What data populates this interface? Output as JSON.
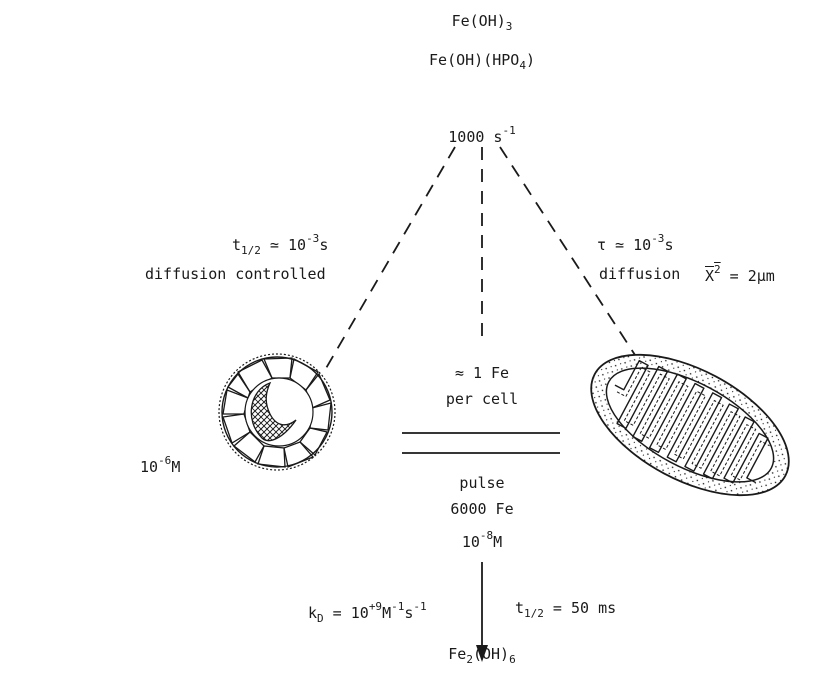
{
  "top": {
    "fe_oh3": {
      "base": "Fe(OH)",
      "sub": "3"
    },
    "fe_oh_hpo4": {
      "pre": "Fe(OH)(HPO",
      "sub": "4",
      "post": ")"
    },
    "rate": {
      "base": "1000 s",
      "sup": "-1"
    }
  },
  "left": {
    "half_life": {
      "t": "t",
      "t_sub": "1/2",
      "mid": " ≃ 10",
      "exp": "-3",
      "unit": "s"
    },
    "mechanism": "diffusion controlled",
    "concentration": {
      "base": "10",
      "exp": "-6",
      "unit": "M"
    }
  },
  "right": {
    "tau": {
      "base": "τ ≃ 10",
      "exp": "-3",
      "unit": "s"
    },
    "mechanism": "diffusion",
    "x2": {
      "x": "X",
      "exp": "2",
      "rest": " = 2μm"
    }
  },
  "center": {
    "line1": "≈ 1 Fe",
    "line2": "per cell",
    "pulse": "pulse",
    "pulse_amount": "6000 Fe",
    "pulse_conc": {
      "base": "10",
      "exp": "-8",
      "unit": "M"
    }
  },
  "bottom": {
    "kd": {
      "k": "k",
      "k_sub": "D",
      "mid": " = 10",
      "e1": "+9",
      "m": "M",
      "e2": "-1",
      "s": "s",
      "e3": "-1"
    },
    "half_life": {
      "t": "t",
      "t_sub": "1/2",
      "rest": " = 50 ms"
    },
    "product": {
      "pre": "Fe",
      "sub1": "2",
      "mid": "(OH)",
      "sub2": "6"
    }
  },
  "colors": {
    "ink": "#1a1a1a"
  }
}
